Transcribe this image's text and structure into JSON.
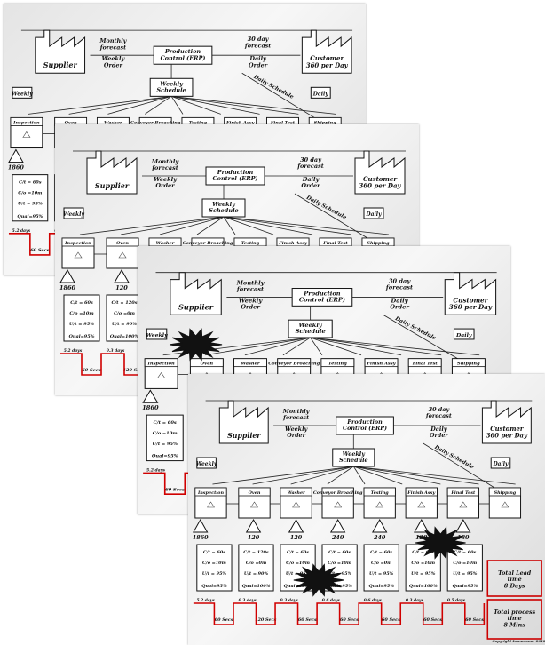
{
  "vsm": {
    "monthly_forecast": "Monthly forecast",
    "weekly_order": "Weekly Order",
    "production_control": "Production Control (ERP)",
    "forecast_30_day": "30 day forecast",
    "daily_order": "Daily Order",
    "supplier": "Supplier",
    "customer": "Customer 360 per Day",
    "weekly_schedule": "Weekly Schedule",
    "daily_schedule": "Daily Schedule",
    "weekly": "Weekly",
    "daily": "Daily",
    "processes": [
      "Inspection",
      "Oven",
      "Washer",
      "Conveyor Broaching",
      "Testing",
      "Finish Assy",
      "Final Test",
      "Shipping"
    ],
    "inventory": [
      "1860",
      "120",
      "120",
      "240",
      "240",
      "120",
      "180"
    ],
    "data_boxes": [
      {
        "ct": "C/t = 60s",
        "co": "C/o =10m",
        "ut": "U/t = 95%",
        "qual": "Qual=95%"
      },
      {
        "ct": "C/t = 120s",
        "co": "C/o =0m",
        "ut": "U/t = 90%",
        "qual": "Qual=100%"
      },
      {
        "ct": "C/t = 60s",
        "co": "C/o =10m",
        "ut": "U/t = 95%",
        "qual": "Qual=100%"
      },
      {
        "ct": "C/t = 60s",
        "co": "C/o =10m",
        "ut": "U/t = 95%",
        "qual": "Qual=95%"
      },
      {
        "ct": "C/t = 60s",
        "co": "C/o =0m",
        "ut": "U/t = 95%",
        "qual": "Qual=95%"
      },
      {
        "ct": "C/t = 60s",
        "co": "C/o =10m",
        "ut": "U/t = 95%",
        "qual": "Qual=100%"
      },
      {
        "ct": "C/t = 60s",
        "co": "C/o =10m",
        "ut": "U/t = 95%",
        "qual": "Qual=95%"
      }
    ],
    "timeline_days": [
      "5.2 days",
      "0.3 days",
      "0.3 days",
      "0.6 days",
      "0.6 days",
      "0.3 days",
      "0.5 days"
    ],
    "timeline_secs": [
      "60 Secs",
      "120 Secs",
      "60 Secs",
      "60 Secs",
      "60 Secs",
      "60 Secs",
      "60 Secs"
    ],
    "total_lead_time": "Total Lead time 8 Days",
    "total_process_time": "Total process time 8 Mins",
    "copyright": "Copyright Leanmanor 2012"
  }
}
